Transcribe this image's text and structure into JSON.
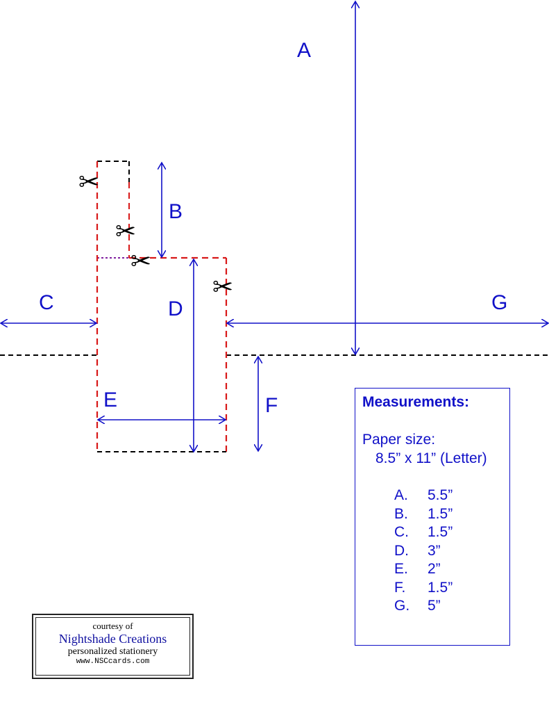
{
  "diagram": {
    "labels": {
      "a": "A",
      "b": "B",
      "c": "C",
      "d": "D",
      "e": "E",
      "f": "F",
      "g": "G"
    },
    "scissor_icon": "scissors-icon",
    "scissor_glyph": "✂",
    "colors": {
      "dimension": "#1010c8",
      "cut_line": "#d81818",
      "fold_line": "#000000",
      "fold_join": "#8020a0"
    }
  },
  "measurements": {
    "title": "Measurements:",
    "paper_label": "Paper size:",
    "paper_value": "8.5” x 11” (Letter)",
    "items": [
      {
        "letter": "A.",
        "value": "5.5”"
      },
      {
        "letter": "B.",
        "value": "1.5”"
      },
      {
        "letter": "C.",
        "value": "1.5”"
      },
      {
        "letter": "D.",
        "value": "3”"
      },
      {
        "letter": "E.",
        "value": "2”"
      },
      {
        "letter": "F.",
        "value": "1.5”"
      },
      {
        "letter": "G.",
        "value": "5”"
      }
    ]
  },
  "credit": {
    "line1": "courtesy of",
    "line2": "Nightshade Creations",
    "line3": "personalized stationery",
    "line4": "www.NSCcards.com"
  }
}
